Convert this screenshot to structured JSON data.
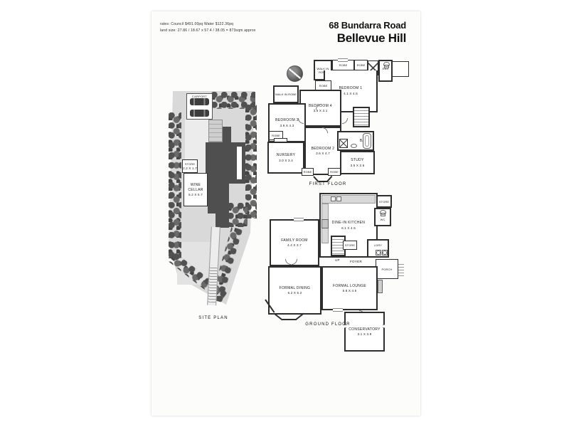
{
  "header": {
    "rates_line": "rates: Council $491.00pq   Water $122.36pq",
    "land_line": "land size: 27.86 / 18.67 x 57.4 / 38.05 = 873sqm approx",
    "address_line1": "68 Bundarra Road",
    "address_line2": "Bellevue Hill"
  },
  "site_plan": {
    "title": "SITE PLAN",
    "carport_label": "CARPORT",
    "store_label": "STORE",
    "store_dims": "2.2 X 1.7",
    "wine_label": "WINE CELLAR",
    "wine_dims": "5.2 X 5.7"
  },
  "first_floor": {
    "title": "FIRST FLOOR",
    "walk_in_robe_top": "WALK IN ROBE",
    "robe_top_left": "ROBE",
    "robe_top_right": "ROBE",
    "ens": "ENS",
    "bedroom1_name": "BEDROOM 1",
    "bedroom1_dims": "4.1 X 4.5",
    "robe_mid": "ROBE",
    "walk_in_robe_left": "WALK IN ROBE",
    "bedroom4_name": "BEDROOM 4",
    "bedroom4_dims": "3.6 X 3.1",
    "bedroom3_name": "BEDROOM 3",
    "bedroom3_dims": "3.9 X 4.3",
    "robe_left_upper": "ROBE",
    "robe_left_lower": "ROBE",
    "nursery_name": "NURSERY",
    "nursery_dims": "3.0 X 3.4",
    "bedroom2_name": "BEDROOM 2",
    "bedroom2_dims": "3.6 X 4.7",
    "bath": "BATH",
    "study_name": "STUDY",
    "study_dims": "3.5 X 2.6",
    "robe_bottom_left": "ROBE",
    "robe_bottom_right": "ROBE"
  },
  "ground_floor": {
    "title": "GROUND FLOOR",
    "kitchen_name": "DINE-IN KITCHEN",
    "kitchen_dims": "6.1 X 4.5",
    "store_top": "STORE",
    "wc": "WC",
    "family_name": "FAMILY ROOM",
    "family_dims": "4.4 X 3.7",
    "store_mid": "STORE",
    "up": "UP",
    "foyer": "FOYER",
    "ldry": "LDRY",
    "porch": "PORCH",
    "dining_name": "FORMAL DINING",
    "dining_dims": "6.2 X 5.2",
    "lounge_name": "FORMAL LOUNGE",
    "lounge_dims": "5.8 X 4.5",
    "conservatory_name": "CONSERVATORY",
    "conservatory_dims": "3.1 X 3.9"
  },
  "icons": {
    "compass": "north-compass",
    "car": "car-top-view",
    "toilet": "toilet",
    "bathtub": "bathtub",
    "basin": "basin",
    "shower": "shower-x-box"
  },
  "colors": {
    "wall": "#2e2e2e",
    "building_fill": "#4f4f4f",
    "lawn": "#d9d9d9",
    "tree": "#515151",
    "page_bg": "#fcfcfa"
  }
}
